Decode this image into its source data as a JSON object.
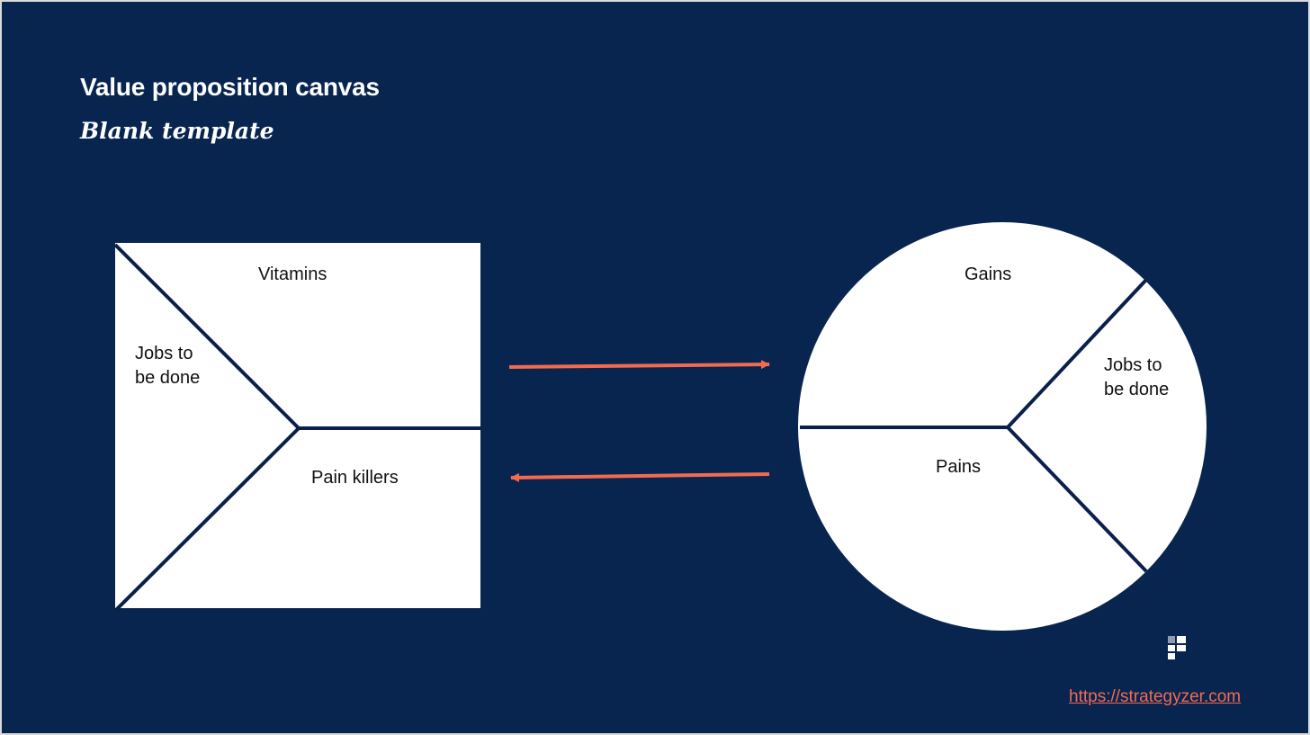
{
  "slide": {
    "title": "Value proposition canvas",
    "subtitle": "Blank template"
  },
  "value_map": {
    "top": "Vitamins",
    "left_line1": "Jobs to",
    "left_line2": "be done",
    "bottom": "Pain killers"
  },
  "customer_profile": {
    "top": "Gains",
    "right_line1": "Jobs to",
    "right_line2": "be done",
    "bottom": "Pains"
  },
  "footer": {
    "link": "https://strategyzer.com"
  },
  "icons": {
    "logo": "strategyzer-logo-icon",
    "arrow_right": "arrow-right-icon",
    "arrow_left": "arrow-left-icon"
  },
  "colors": {
    "background": "#082550",
    "shape_fill": "#ffffff",
    "divider": "#0b1f4d",
    "arrow": "#f26b4f",
    "link": "#f26b4f",
    "text": "#ffffff"
  }
}
